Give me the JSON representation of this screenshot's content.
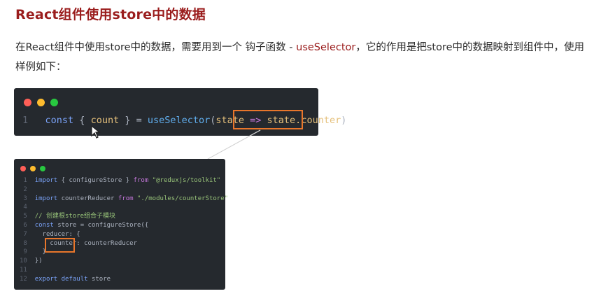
{
  "page": {
    "title": "React组件使用store中的数据",
    "paragraph": {
      "part1": "在React组件中使用store中的数据，需要用到一个 钩子函数 - ",
      "hook": "useSelector",
      "part2": "，它的作用是把store中的数据映射到组件中，使用样例如下："
    }
  },
  "code_block_1": {
    "line_number": "1",
    "tokens": {
      "kw_const": "const",
      "brace_open": " { ",
      "var_count": "count",
      "brace_close": " } = ",
      "fn": "useSelector",
      "paren": "(",
      "arg": "state",
      "arrow": " => ",
      "highlight": "state.counter",
      "close": ")"
    }
  },
  "code_block_2": {
    "lines": [
      {
        "n": "1",
        "a": "import",
        "b": " { configureStore } ",
        "c": "from",
        "d": " \"@reduxjs/toolkit\""
      },
      {
        "n": "2",
        "a": "",
        "b": "",
        "c": "",
        "d": ""
      },
      {
        "n": "3",
        "a": "import",
        "b": " counterReducer ",
        "c": "from",
        "d": " \"./modules/counterStore\""
      },
      {
        "n": "4",
        "a": "",
        "b": "",
        "c": "",
        "d": ""
      },
      {
        "n": "5",
        "comment": "// 创建根store组合子模块"
      },
      {
        "n": "6",
        "a": "const",
        "b": " store = configureStore({",
        "c": "",
        "d": ""
      },
      {
        "n": "7",
        "a": "",
        "b": "  reducer: {",
        "c": "",
        "d": ""
      },
      {
        "n": "8",
        "a": "",
        "b": "    counter: counterReducer",
        "c": "",
        "d": ""
      },
      {
        "n": "9",
        "a": "",
        "b": "  }",
        "c": "",
        "d": ""
      },
      {
        "n": "10",
        "a": "",
        "b": "})",
        "c": "",
        "d": ""
      },
      {
        "n": "11",
        "a": "",
        "b": "",
        "c": "",
        "d": ""
      },
      {
        "n": "12",
        "a": "export default",
        "b": " store",
        "c": "",
        "d": ""
      }
    ]
  }
}
